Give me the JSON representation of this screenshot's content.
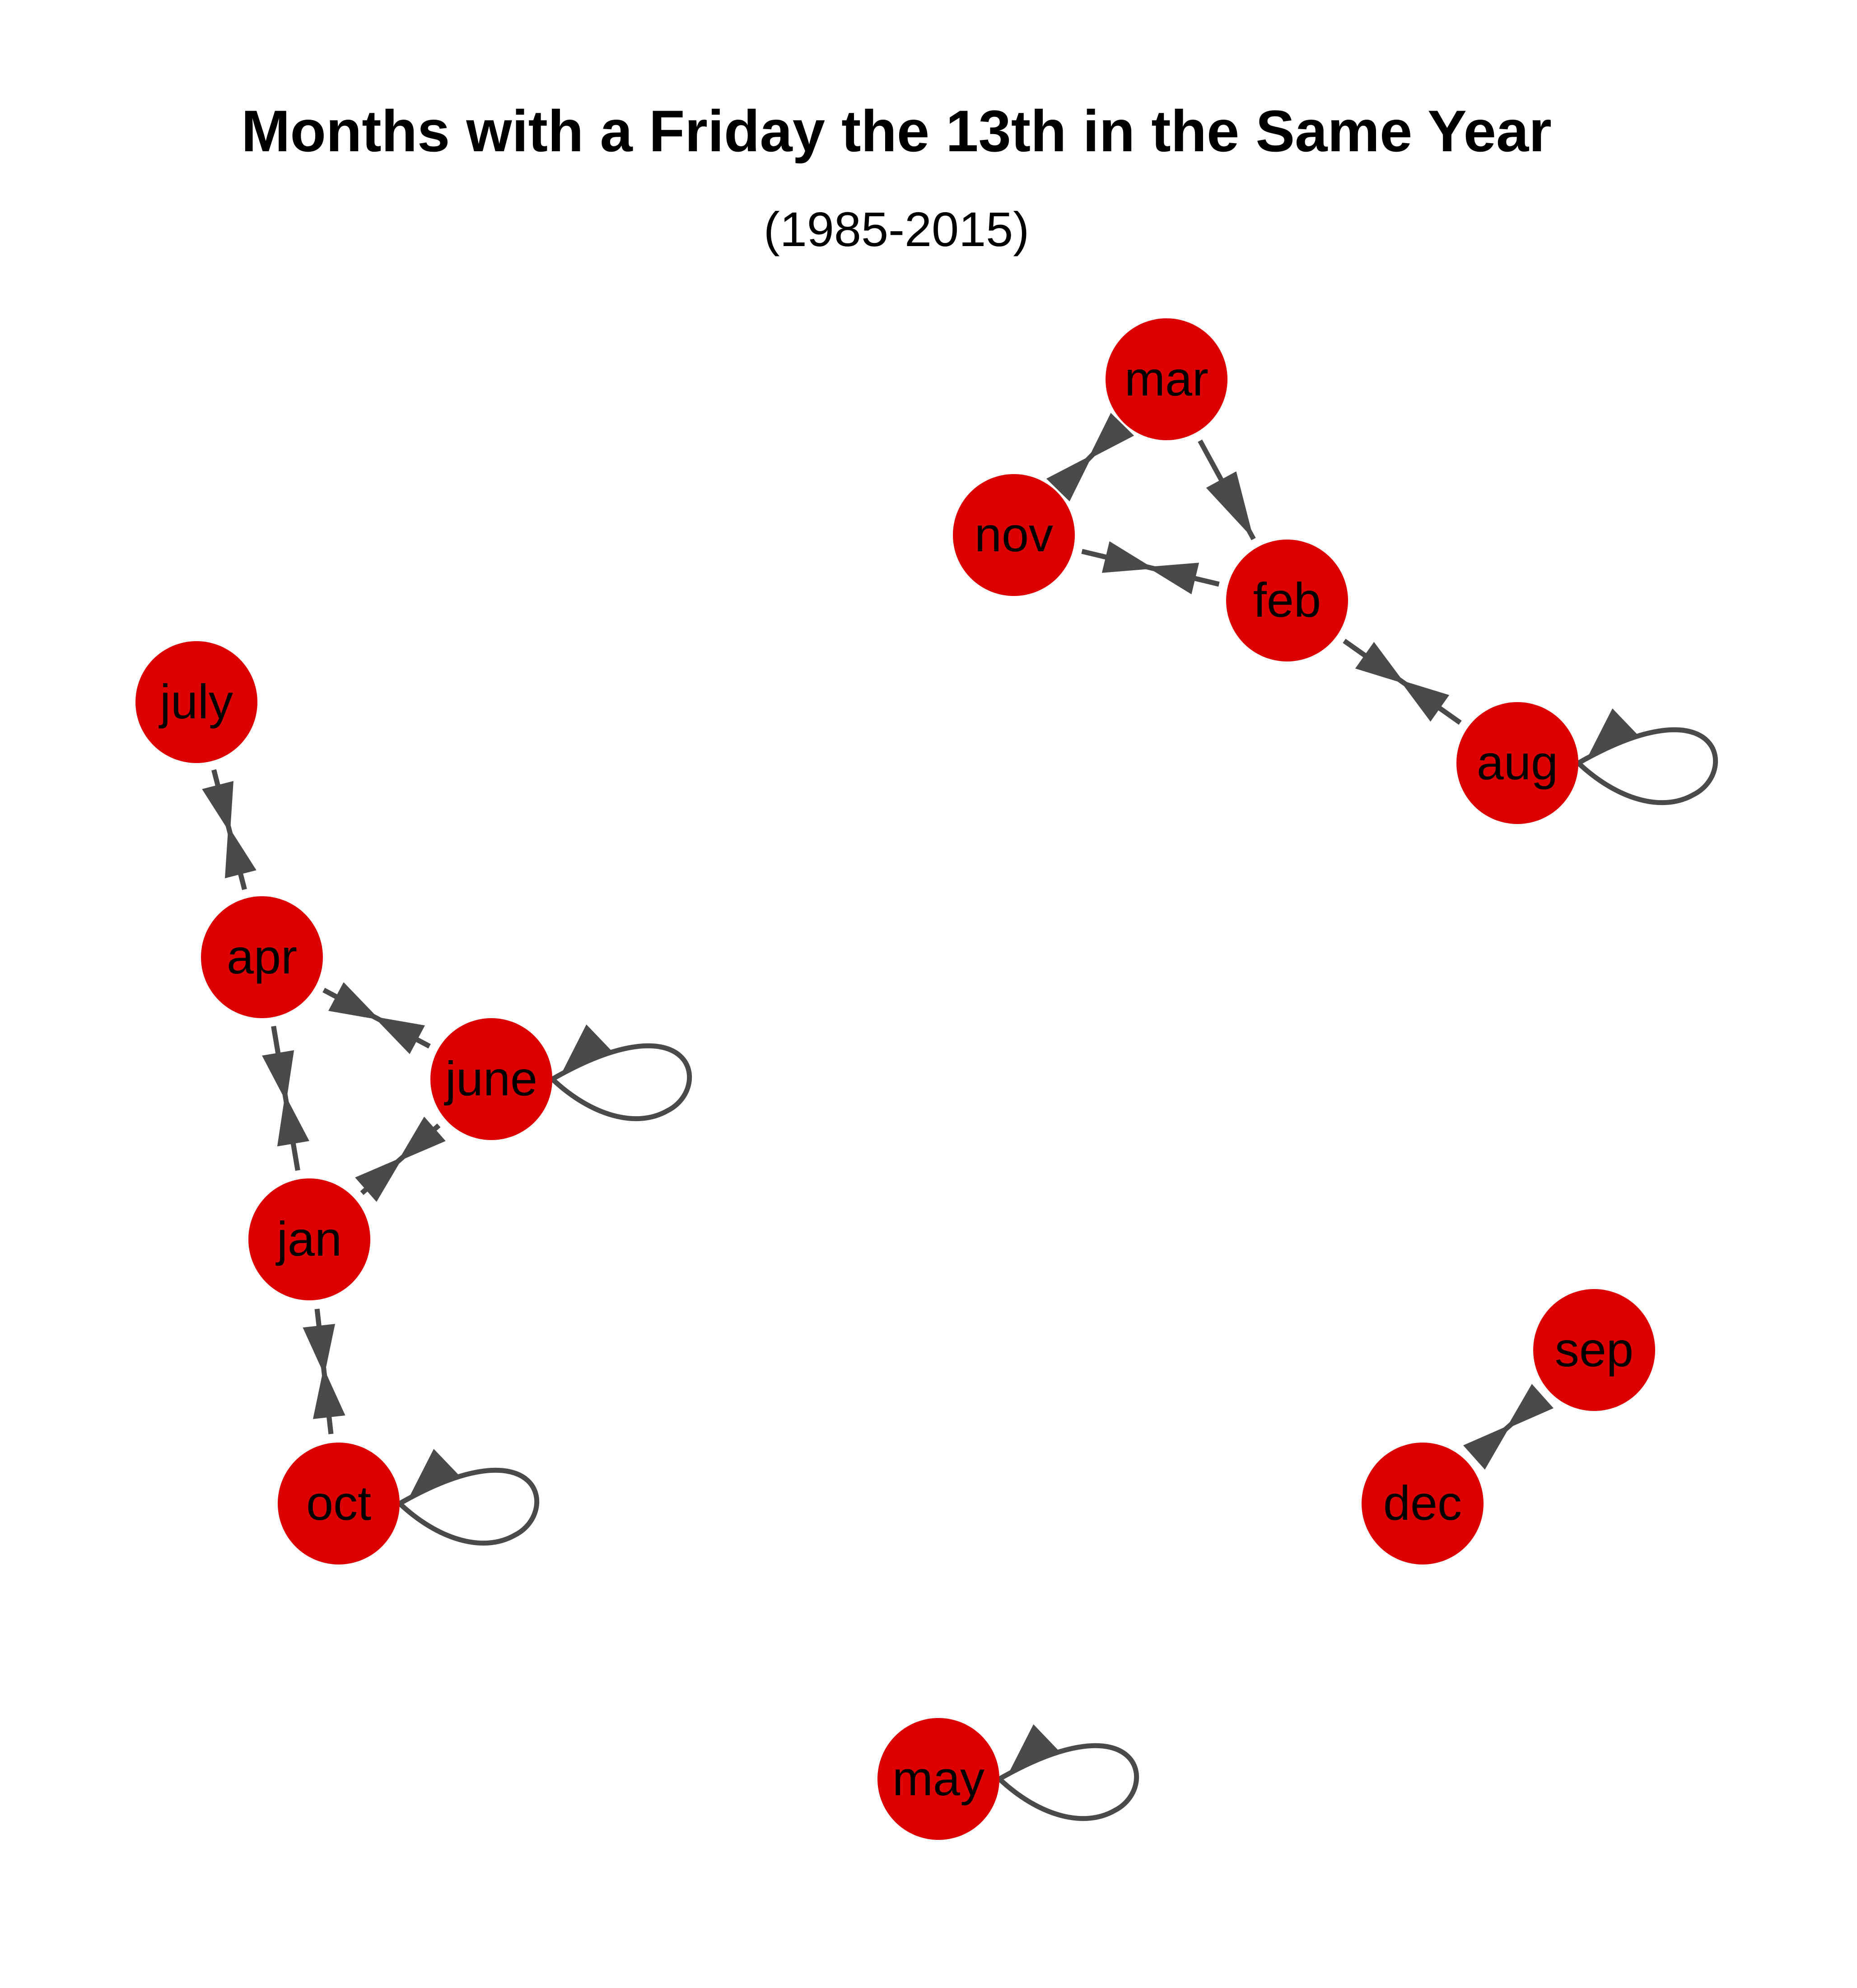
{
  "title": "Months with a Friday the 13th in the Same Year",
  "subtitle": "(1985-2015)",
  "colors": {
    "node_fill": "#dd0000",
    "edge": "#4a4a4a",
    "text": "#000000",
    "background": "#ffffff"
  },
  "graph": {
    "directed": true,
    "nodes": [
      {
        "id": "mar",
        "label": "mar"
      },
      {
        "id": "nov",
        "label": "nov"
      },
      {
        "id": "feb",
        "label": "feb"
      },
      {
        "id": "aug",
        "label": "aug"
      },
      {
        "id": "july",
        "label": "july"
      },
      {
        "id": "apr",
        "label": "apr"
      },
      {
        "id": "june",
        "label": "june"
      },
      {
        "id": "jan",
        "label": "jan"
      },
      {
        "id": "oct",
        "label": "oct"
      },
      {
        "id": "sep",
        "label": "sep"
      },
      {
        "id": "dec",
        "label": "dec"
      },
      {
        "id": "may",
        "label": "may"
      }
    ],
    "edges": [
      {
        "from": "mar",
        "to": "nov"
      },
      {
        "from": "nov",
        "to": "mar"
      },
      {
        "from": "mar",
        "to": "feb"
      },
      {
        "from": "feb",
        "to": "nov"
      },
      {
        "from": "nov",
        "to": "feb"
      },
      {
        "from": "feb",
        "to": "aug"
      },
      {
        "from": "aug",
        "to": "feb"
      },
      {
        "from": "aug",
        "to": "aug"
      },
      {
        "from": "apr",
        "to": "july"
      },
      {
        "from": "july",
        "to": "apr"
      },
      {
        "from": "apr",
        "to": "june"
      },
      {
        "from": "june",
        "to": "apr"
      },
      {
        "from": "june",
        "to": "june"
      },
      {
        "from": "apr",
        "to": "jan"
      },
      {
        "from": "jan",
        "to": "apr"
      },
      {
        "from": "june",
        "to": "jan"
      },
      {
        "from": "jan",
        "to": "june"
      },
      {
        "from": "jan",
        "to": "oct"
      },
      {
        "from": "oct",
        "to": "jan"
      },
      {
        "from": "oct",
        "to": "oct"
      },
      {
        "from": "sep",
        "to": "dec"
      },
      {
        "from": "dec",
        "to": "sep"
      },
      {
        "from": "may",
        "to": "may"
      }
    ]
  }
}
